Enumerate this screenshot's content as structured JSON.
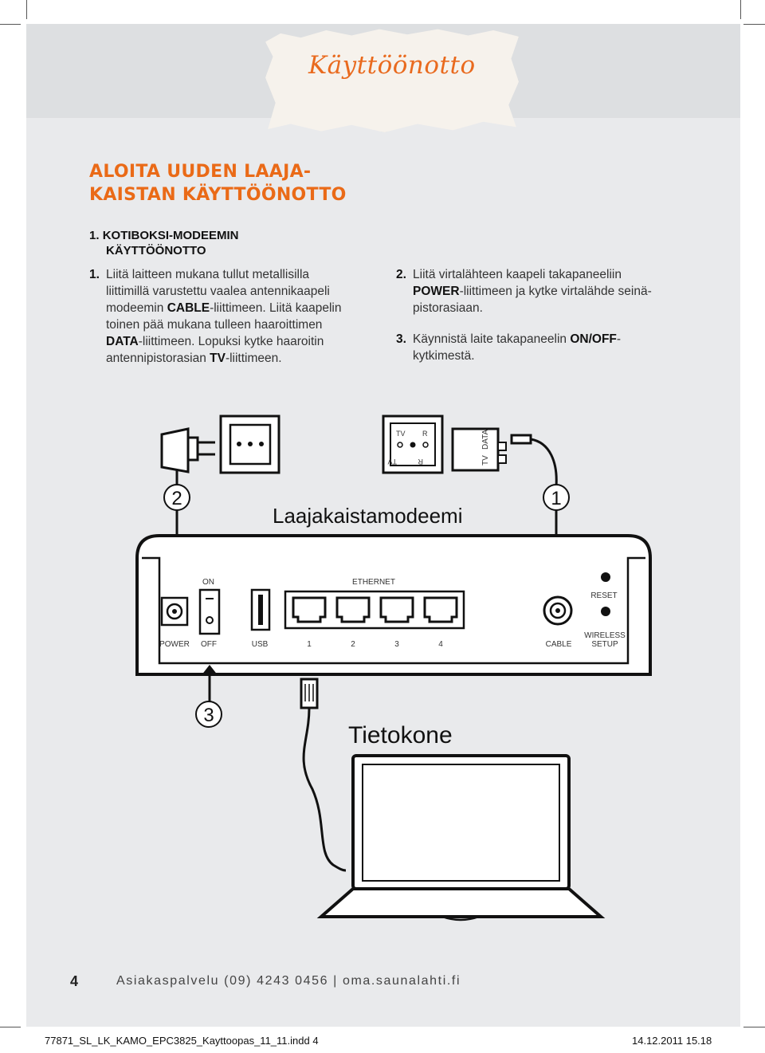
{
  "header": {
    "script_title": "Käyttöönotto"
  },
  "main": {
    "title_line1": "ALOITA UUDEN LAAJA-",
    "title_line2": "KAISTAN KÄYTTÖÖNOTTO",
    "section_num": "1.",
    "section_line1": "KOTIBOKSI-MODEEMIN",
    "section_line2": "KÄYTTÖÖNOTTO"
  },
  "steps": {
    "s1": {
      "num": "1.",
      "l1": "Liitä laitteen mukana tullut metallisilla",
      "l2": "liittimillä varustettu vaalea antennikaapeli",
      "l3a": "modeemin ",
      "l3b": "CABLE",
      "l3c": "-liittimeen. Liitä kaapelin",
      "l4": "toinen pää mukana tulleen haaroittimen",
      "l5a": "DATA",
      "l5b": "-liittimeen. Lopuksi kytke haaroitin",
      "l6a": "antennipistorasian ",
      "l6b": "TV",
      "l6c": "-liittimeen."
    },
    "s2": {
      "num": "2.",
      "l1": "Liitä virtalähteen kaapeli takapaneeliin",
      "l2a": "POWER",
      "l2b": "-liittimeen ja kytke virtalähde seinä-",
      "l3": "pistorasiaan."
    },
    "s3": {
      "num": "3.",
      "l1a": "Käynnistä laite takapaneelin ",
      "l1b": "ON/OFF",
      "l1c": "-",
      "l2": "kytkimestä."
    }
  },
  "diagram": {
    "modem_label": "Laajakaistamodeemi",
    "computer_label": "Tietokone",
    "callout_1": "1",
    "callout_2": "2",
    "callout_3": "3",
    "outlet_tv": "TV",
    "outlet_r": "R",
    "splitter_tv": "TV",
    "splitter_data": "DATA",
    "port_on": "ON",
    "port_ethernet": "ETHERNET",
    "port_reset": "RESET",
    "port_power": "POWER",
    "port_off": "OFF",
    "port_usb": "USB",
    "eth_1": "1",
    "eth_2": "2",
    "eth_3": "3",
    "eth_4": "4",
    "port_cable": "CABLE",
    "wireless_l1": "WIRELESS",
    "wireless_l2": "SETUP"
  },
  "footer": {
    "page_number": "4",
    "contact": "Asiakaspalvelu (09) 4243 0456  |  oma.saunalahti.fi"
  },
  "slug": {
    "file": "77871_SL_LK_KAMO_EPC3825_Kayttoopas_11_11.indd   4",
    "timestamp": "14.12.2011   15.18"
  },
  "colors": {
    "accent": "#ea6a17",
    "page_bg": "#e9eaec",
    "banner_bg": "#dddfe1"
  }
}
